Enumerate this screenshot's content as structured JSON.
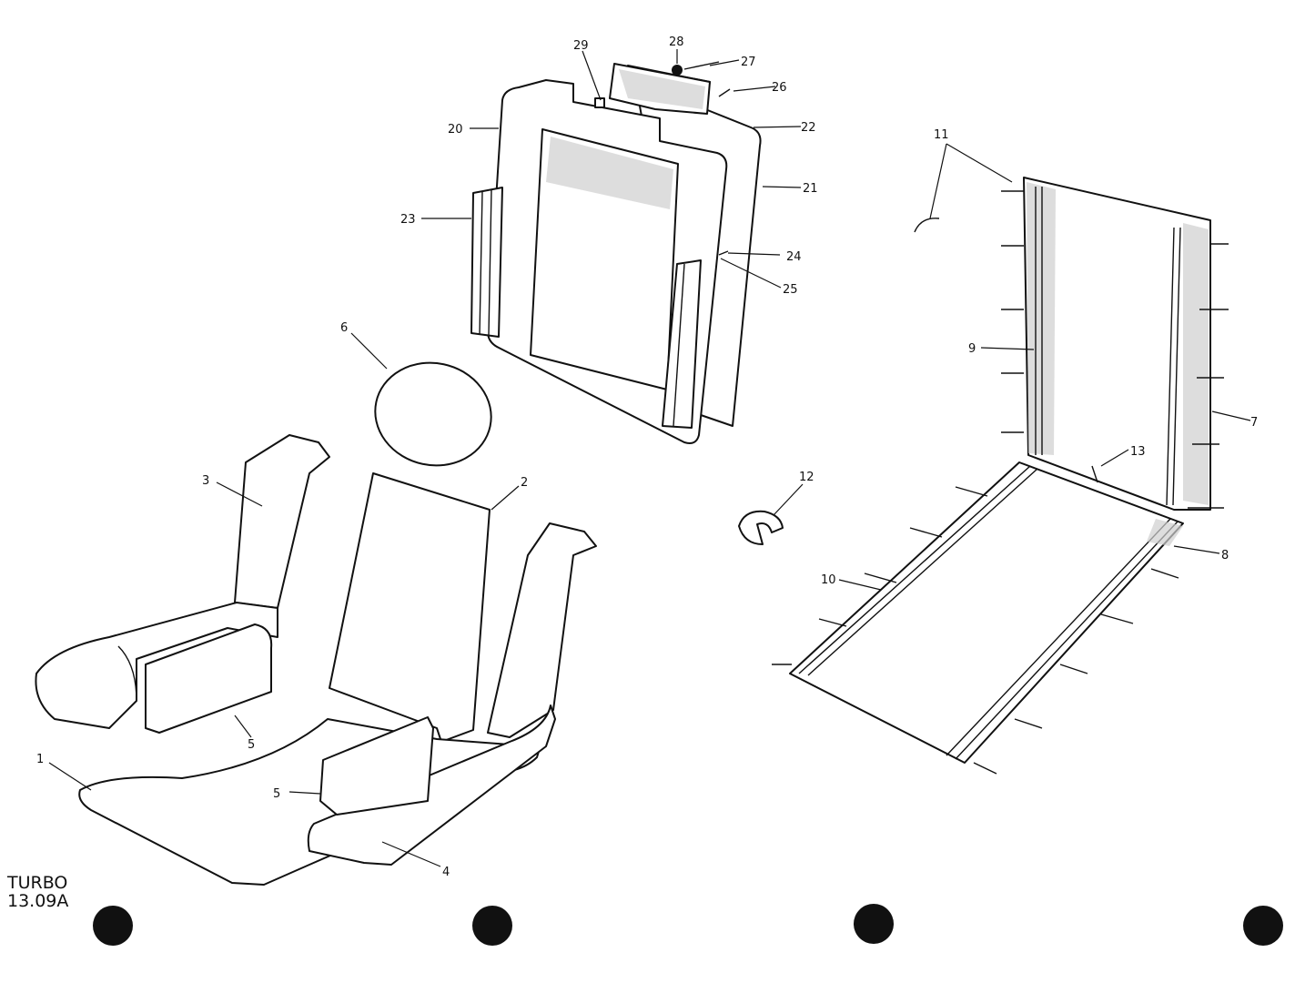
{
  "reference": {
    "line1": "TURBO",
    "line2": "13.09A"
  },
  "callouts": {
    "c1": "1",
    "c2": "2",
    "c3": "3",
    "c4": "4",
    "c5a": "5",
    "c5b": "5",
    "c6": "6",
    "c7": "7",
    "c8": "8",
    "c9": "9",
    "c10": "10",
    "c11": "11",
    "c12": "12",
    "c13": "13",
    "c20": "20",
    "c21": "21",
    "c22": "22",
    "c23": "23",
    "c24": "24",
    "c25": "25",
    "c26": "26",
    "c27": "27",
    "c28": "28",
    "c29": "29"
  }
}
